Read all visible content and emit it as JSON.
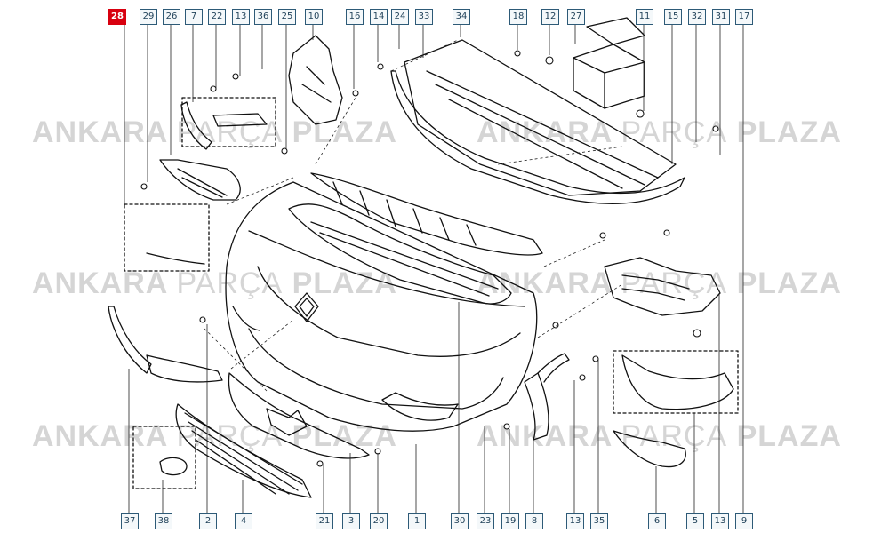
{
  "watermark": {
    "word1": "ANKARA",
    "word2": "PARÇA",
    "word3": "PLAZA"
  },
  "callouts": {
    "top": [
      "28",
      "29",
      "26",
      "7",
      "22",
      "13",
      "36",
      "25",
      "10",
      "16",
      "14",
      "24",
      "33",
      "34",
      "18",
      "12",
      "27",
      "11",
      "15",
      "32",
      "31",
      "17"
    ],
    "bottom": [
      "37",
      "38",
      "2",
      "4",
      "21",
      "3",
      "20",
      "1",
      "30",
      "23",
      "19",
      "8",
      "13",
      "35",
      "6",
      "5",
      "13",
      "9"
    ],
    "highlighted": "28"
  },
  "colors": {
    "line": "#111111",
    "leader": "#222222",
    "callout_border": "#2d5a77",
    "highlight": "#d8000f"
  }
}
